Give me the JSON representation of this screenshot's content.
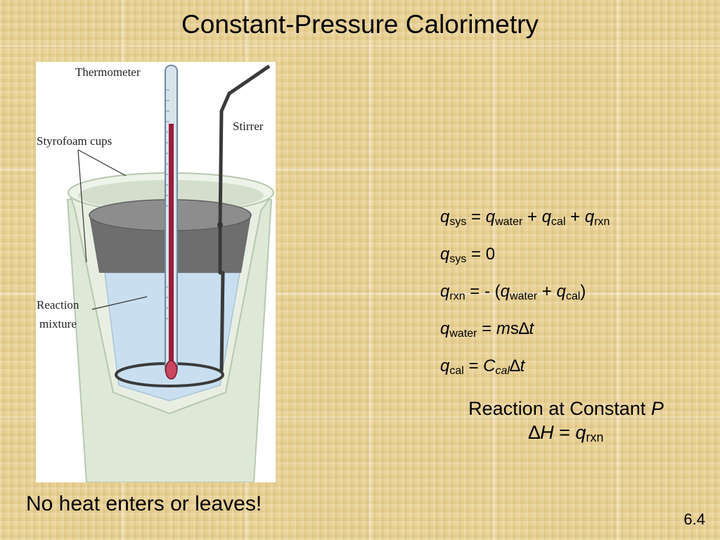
{
  "title": "Constant-Pressure Calorimetry",
  "figure": {
    "labels": {
      "thermometer": "Thermometer",
      "stirrer": "Stirrer",
      "cups": "Styrofoam cups",
      "reaction_1": "Reaction",
      "reaction_2": "mixture"
    }
  },
  "equations": [
    {
      "left_var": "q",
      "left_sub": "sys",
      "eq": " = ",
      "t1": "q",
      "s1": "water",
      "op1": " + ",
      "t2": "q",
      "s2": "cal",
      "op2": " + ",
      "t3": "q",
      "s3": "rxn"
    },
    {
      "left_var": "q",
      "left_sub": "sys",
      "rest": " = 0"
    },
    {
      "left_var": "q",
      "left_sub": "rxn",
      "eq": " = - (",
      "t1": "q",
      "s1": "water",
      "op1": " + ",
      "t2": "q",
      "s2": "cal",
      "close": ")"
    },
    {
      "left_var": "q",
      "left_sub": "water",
      "eq": " = ",
      "m": "m",
      "s": "s",
      "delta": "∆",
      "t": "t"
    },
    {
      "left_var": "q",
      "left_sub": "cal",
      "eq": " = ",
      "C": "C",
      "Csub": "cal",
      "delta": "∆",
      "t": "t"
    }
  ],
  "constant_p": {
    "line1_text": "Reaction at Constant ",
    "line1_var": "P",
    "delta": "∆",
    "H": "H",
    "eq": " = ",
    "q": "q",
    "qsub": "rxn"
  },
  "note": "No heat enters or leaves!",
  "slide_number": "6.4",
  "colors": {
    "background": "#e9d397",
    "cup": "#dfe9d9",
    "lid": "#7e7e7e",
    "liquid": "#c9dff0",
    "thermometer_fluid": "#9b1b3a"
  }
}
